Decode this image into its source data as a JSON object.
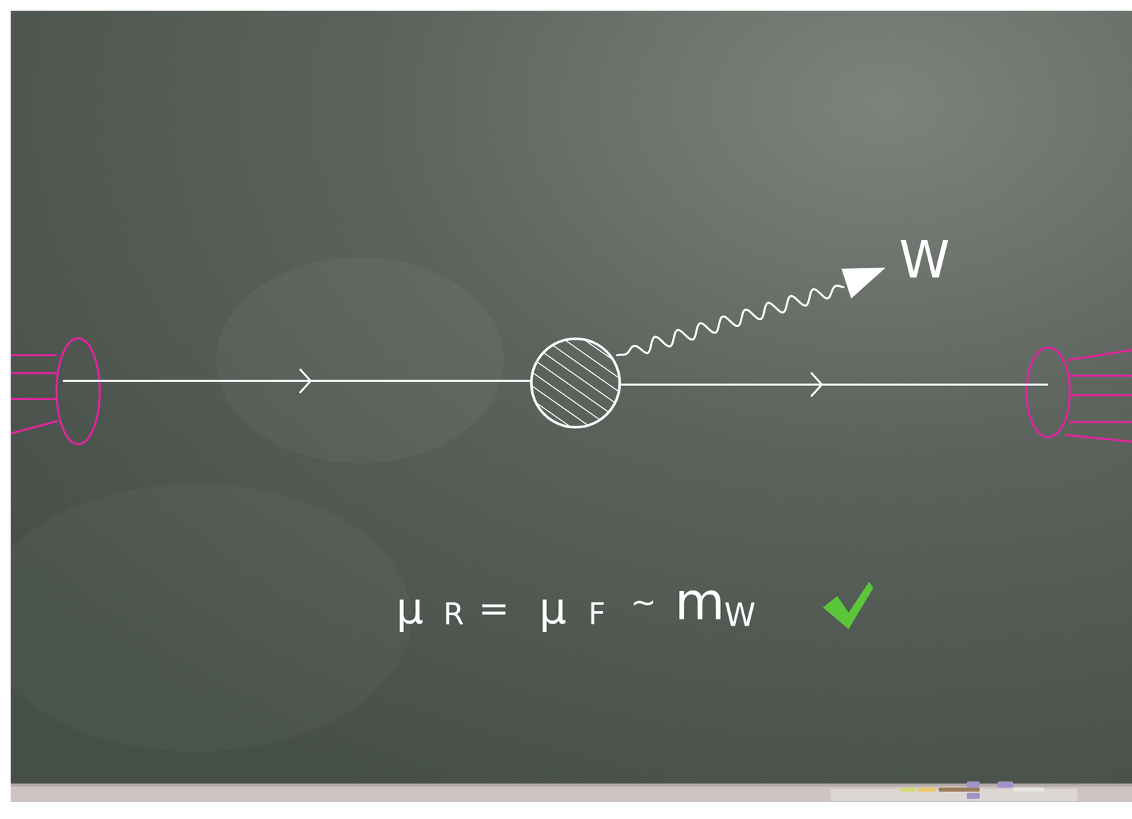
{
  "diagram": {
    "labels": [
      "W",
      "μ",
      "R",
      "=",
      "μ",
      "F",
      "~",
      "m",
      "W"
    ]
  }
}
